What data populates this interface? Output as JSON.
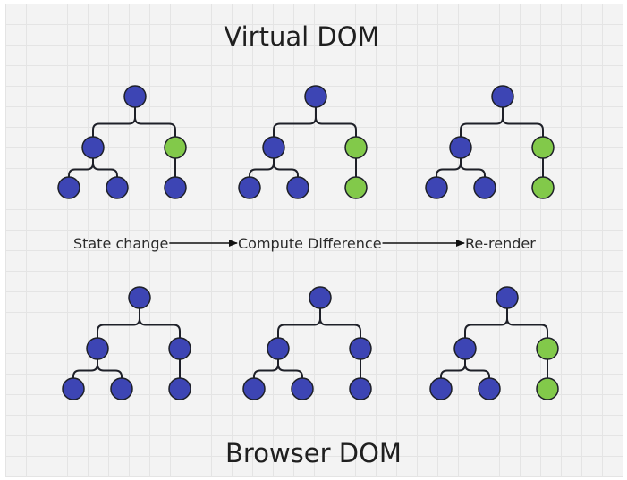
{
  "titles": {
    "top": "Virtual DOM",
    "bottom": "Browser DOM"
  },
  "flow": {
    "steps": [
      "State change",
      "Compute Difference",
      "Re-render"
    ]
  },
  "colors": {
    "node_default": "#3d45b4",
    "node_changed": "#82c94a",
    "node_stroke": "#1e2028",
    "edge": "#1e2028",
    "arrow": "#111111"
  },
  "trees": {
    "virtual": [
      {
        "step": "State change",
        "changed_nodes": [
          "right-child"
        ]
      },
      {
        "step": "Compute Difference",
        "changed_nodes": [
          "right-child",
          "right-grandchild"
        ]
      },
      {
        "step": "Re-render",
        "changed_nodes": [
          "right-child",
          "right-grandchild"
        ]
      }
    ],
    "browser": [
      {
        "step": "State change",
        "changed_nodes": []
      },
      {
        "step": "Compute Difference",
        "changed_nodes": []
      },
      {
        "step": "Re-render",
        "changed_nodes": [
          "right-child",
          "right-grandchild"
        ]
      }
    ]
  }
}
